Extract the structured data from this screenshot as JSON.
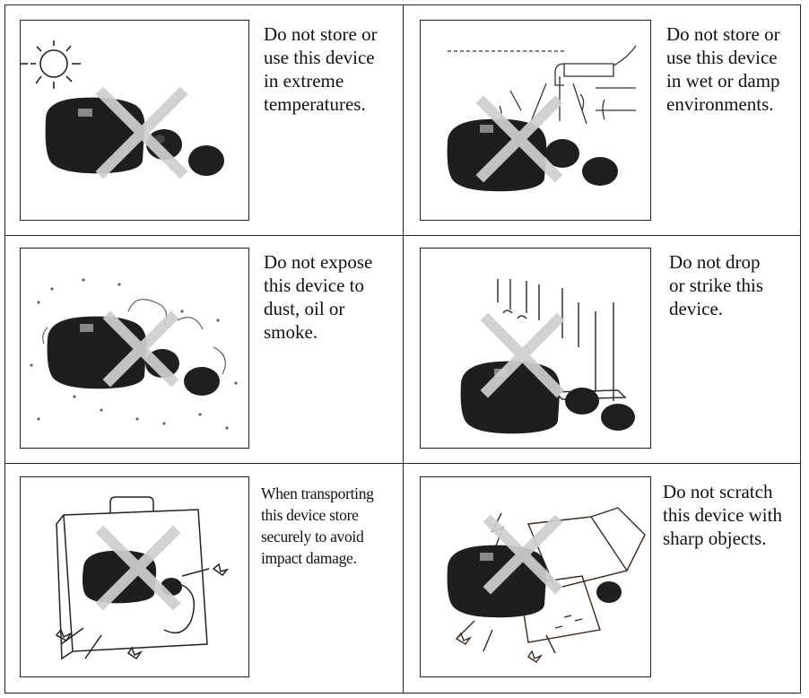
{
  "cells": [
    {
      "text": "Do not store or\nuse this device\nin extreme\ntemperatures.",
      "icon": "sun-heat-icon"
    },
    {
      "text": "Do not store or\nuse this device\nin wet or damp\nenvironments.",
      "icon": "water-faucet-icon"
    },
    {
      "text": "Do not expose\nthis device to\ndust, oil or\nsmoke.",
      "icon": "dust-smoke-icon"
    },
    {
      "text": "Do not drop\nor strike this\ndevice.",
      "icon": "drop-impact-icon"
    },
    {
      "text": "When transporting\nthis device store\nsecurely to avoid\nimpact damage.",
      "icon": "suitcase-transport-icon"
    },
    {
      "text": "Do not scratch\nthis device with\nsharp objects.",
      "icon": "sharp-objects-icon"
    }
  ],
  "colors": {
    "border": "#222222",
    "device": "#1e1e1e",
    "cross": "#cfcfcf"
  }
}
